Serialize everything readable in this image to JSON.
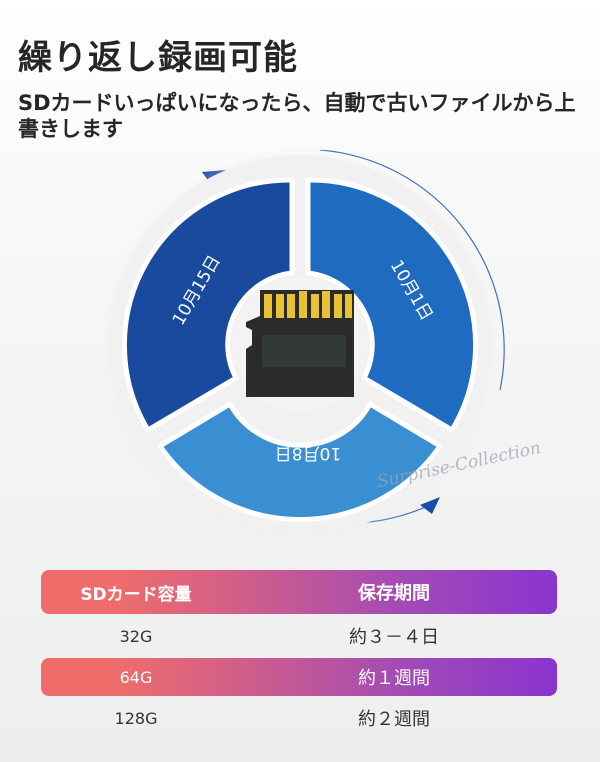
{
  "header": {
    "title": "繰り返し録画可能",
    "subtitle": "SDカードいっぱいになったら、自動で古いファイルから上書きします"
  },
  "diagram": {
    "segments": [
      {
        "label": "10月15日",
        "position": "left",
        "color": "#1a4a9e"
      },
      {
        "label": "10月1日",
        "position": "right",
        "color": "#1f6bbf"
      },
      {
        "label": "10月8日",
        "position": "bottom",
        "color": "#3a8fd3"
      }
    ],
    "center_icon": "microsd-card-icon",
    "arrow_color": "#1b4aa8",
    "watermark": "Surprise-Collection"
  },
  "table": {
    "headers": [
      "SDカード容量",
      "保存期間"
    ],
    "rows": [
      {
        "capacity": "32G",
        "period": "約３－４日"
      },
      {
        "capacity": "64G",
        "period": "約１週間"
      },
      {
        "capacity": "128G",
        "period": "約２週間"
      }
    ]
  }
}
